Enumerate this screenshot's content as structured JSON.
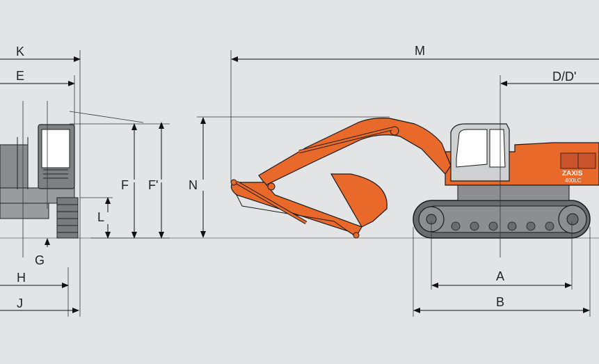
{
  "labels": {
    "k": "K",
    "e": "E",
    "f": "F",
    "f_prime": "F'",
    "l": "L",
    "g": "G",
    "h": "H",
    "j": "J",
    "n": "N",
    "m": "M",
    "d": "D/D'",
    "a": "A",
    "b": "B"
  },
  "machine": {
    "brand": "ZAXIS",
    "model": "400LC",
    "body_color": "#e8692a",
    "track_color": "#6b6c6e",
    "line_color": "#1a1a1a"
  }
}
